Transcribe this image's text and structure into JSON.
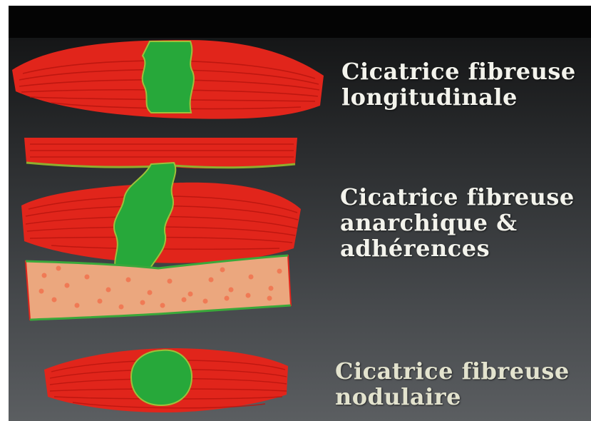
{
  "colors": {
    "muscle": "#e1251b",
    "muscle_fiber": "#b8150f",
    "scar": "#27a83a",
    "scar_edge": "#9fbf3a",
    "tendon": "#eba77e",
    "tendon_dots": "#f07a55",
    "text": "#f3f3ec"
  },
  "labels": {
    "longitudinal": {
      "line1": "Cicatrice fibreuse",
      "line2": "longitudinale"
    },
    "anarchic": {
      "line1": "Cicatrice fibreuse",
      "line2": "anarchique &",
      "line3": "adhérences"
    },
    "nodular": {
      "line1": "Cicatrice fibreuse",
      "line2": "nodulaire"
    }
  }
}
